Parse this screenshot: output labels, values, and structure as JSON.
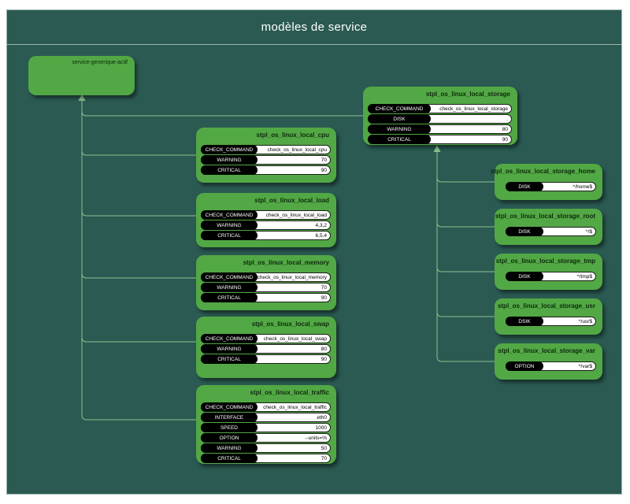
{
  "header": {
    "title": "modèles de service"
  },
  "colors": {
    "panel_bg": "#2a5a52",
    "node_green": "#52a844",
    "connector_green": "#8cc28f",
    "label_pill_bg": "#000000",
    "value_pill_bg": "#ffffff"
  },
  "root": {
    "title": "service-generique-actif"
  },
  "nodes": [
    {
      "title": "stpl_os_linux_local_storage",
      "rows": [
        {
          "label": "CHECK_COMMAND",
          "value": "check_os_linux_local_storage"
        },
        {
          "label": "DISK",
          "value": "."
        },
        {
          "label": "WARNING",
          "value": "80"
        },
        {
          "label": "CRITICAL",
          "value": "90"
        }
      ]
    },
    {
      "title": "stpl_os_linux_local_cpu",
      "rows": [
        {
          "label": "CHECK_COMMAND",
          "value": "check_os_linux_local_cpu"
        },
        {
          "label": "WARNING",
          "value": "70"
        },
        {
          "label": "CRITICAL",
          "value": "90"
        }
      ]
    },
    {
      "title": "stpl_os_linux_local_load",
      "rows": [
        {
          "label": "CHECK_COMMAND",
          "value": "check_os_linux_local_load"
        },
        {
          "label": "WARNING",
          "value": "4,3,2"
        },
        {
          "label": "CRITICAL",
          "value": "6,5,4"
        }
      ]
    },
    {
      "title": "stpl_os_linux_local_memory",
      "rows": [
        {
          "label": "CHECK_COMMAND",
          "value": "check_os_linux_local_memory"
        },
        {
          "label": "WARNING",
          "value": "70"
        },
        {
          "label": "CRITICAL",
          "value": "90"
        }
      ]
    },
    {
      "title": "stpl_os_linux_local_swap",
      "rows": [
        {
          "label": "CHECK_COMMAND",
          "value": "check_os_linux_local_swap"
        },
        {
          "label": "WARNING",
          "value": "80"
        },
        {
          "label": "CRITICAL",
          "value": "90"
        }
      ]
    },
    {
      "title": "stpl_os_linux_local_traffic",
      "rows": [
        {
          "label": "CHECK_COMMAND",
          "value": "check_os_linux_local_traffic"
        },
        {
          "label": "INTERFACE",
          "value": "eth0"
        },
        {
          "label": "SPEED",
          "value": "1000"
        },
        {
          "label": "OPTION",
          "value": "--units=%"
        },
        {
          "label": "WARNING",
          "value": "50"
        },
        {
          "label": "CRITICAL",
          "value": "70"
        }
      ]
    },
    {
      "title": "stpl_os_linux_local_storage_home",
      "rows": [
        {
          "label": "DISK",
          "value": "^/home$"
        }
      ]
    },
    {
      "title": "stpl_os_linux_local_storage_root",
      "rows": [
        {
          "label": "DISK",
          "value": "^/$"
        }
      ]
    },
    {
      "title": "stpl_os_linux_local_storage_tmp",
      "rows": [
        {
          "label": "DISK",
          "value": "^/tmp$"
        }
      ]
    },
    {
      "title": "stpl_os_linux_local_storage_usr",
      "rows": [
        {
          "label": "DSIK",
          "value": "^/usr$"
        }
      ]
    },
    {
      "title": "stpl_os_linux_local_storage_var",
      "rows": [
        {
          "label": "OPTION",
          "value": "^/var$"
        }
      ]
    }
  ]
}
